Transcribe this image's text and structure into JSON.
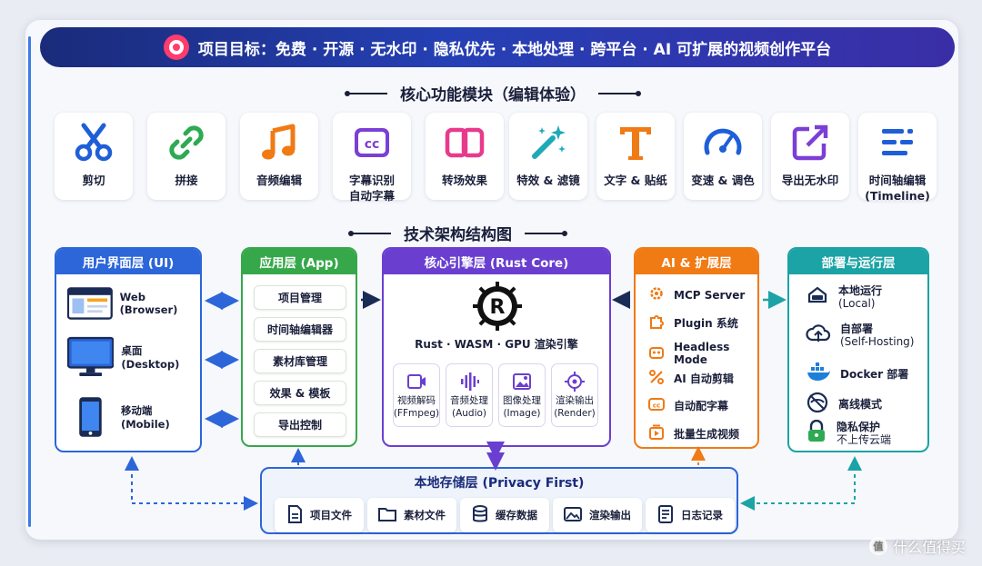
{
  "banner": {
    "text": "项目目标：免费 · 开源 · 无水印 · 隐私优先 · 本地处理 · 跨平台 · AI 可扩展的视频创作平台",
    "icon": "target-icon"
  },
  "section1": {
    "title": "核心功能模块（编辑体验）"
  },
  "features": [
    {
      "label": "剪切",
      "icon": "scissors-icon",
      "color": "#1e5fd8"
    },
    {
      "label": "拼接",
      "icon": "link-icon",
      "color": "#2eaa52"
    },
    {
      "label": "音频编辑",
      "icon": "music-note-icon",
      "color": "#f07a14"
    },
    {
      "label": "字幕识别\n自动字幕",
      "icon": "cc-icon",
      "color": "#7b3fd6"
    },
    {
      "label": "转场效果",
      "icon": "transition-icon",
      "color": "#e83a8c"
    },
    {
      "label": "特效 & 滤镜",
      "icon": "magic-wand-icon",
      "color": "#1fa9b8"
    },
    {
      "label": "文字 & 贴纸",
      "icon": "text-t-icon",
      "color": "#f07a14"
    },
    {
      "label": "变速 & 调色",
      "icon": "speedometer-icon",
      "color": "#1e5fd8"
    },
    {
      "label": "导出无水印",
      "icon": "export-icon",
      "color": "#7b3fd6"
    },
    {
      "label": "时间轴编辑\n(Timeline)",
      "icon": "timeline-icon",
      "color": "#1e5fd8"
    }
  ],
  "section2": {
    "title": "技术架构结构图"
  },
  "ui_layer": {
    "title": "用户界面层 (UI)",
    "color": "#2c66d9",
    "items": [
      {
        "label": "Web (Browser)",
        "icon": "browser-window-icon"
      },
      {
        "label": "桌面 (Desktop)",
        "icon": "desktop-monitor-icon"
      },
      {
        "label": "移动端 (Mobile)",
        "icon": "mobile-phone-icon"
      }
    ]
  },
  "app_layer": {
    "title": "应用层 (App)",
    "color": "#36a84a",
    "items": [
      "项目管理",
      "时间轴编辑器",
      "素材库管理",
      "效果 & 模板",
      "导出控制"
    ]
  },
  "core_layer": {
    "title": "核心引擎层 (Rust Core)",
    "color": "#6a3fd0",
    "logo": "rust-logo-icon",
    "subtitle": "Rust · WASM · GPU 渲染引擎",
    "modules": [
      {
        "label": "视频解码\n(FFmpeg)",
        "icon": "video-decode-icon"
      },
      {
        "label": "音频处理\n(Audio)",
        "icon": "audio-wave-icon"
      },
      {
        "label": "图像处理\n(Image)",
        "icon": "image-icon"
      },
      {
        "label": "渲染输出\n(Render)",
        "icon": "render-target-icon"
      }
    ]
  },
  "ai_layer": {
    "title": "AI & 扩展层",
    "color": "#f07a14",
    "items": [
      {
        "label": "MCP Server",
        "icon": "gear-icon"
      },
      {
        "label": "Plugin 系统",
        "icon": "puzzle-icon"
      },
      {
        "label": "Headless Mode",
        "icon": "robot-icon"
      },
      {
        "label": "AI 自动剪辑",
        "icon": "percent-cut-icon"
      },
      {
        "label": "自动配字幕",
        "icon": "cc-small-icon"
      },
      {
        "label": "批量生成视频",
        "icon": "batch-video-icon"
      }
    ]
  },
  "deploy_layer": {
    "title": "部署与运行层",
    "color": "#1ba3a5",
    "items": [
      {
        "label": "本地运行",
        "sub": "(Local)",
        "icon": "local-server-icon"
      },
      {
        "label": "自部署",
        "sub": "(Self-Hosting)",
        "icon": "cloud-upload-icon"
      },
      {
        "label": "Docker 部署",
        "sub": "",
        "icon": "docker-whale-icon"
      },
      {
        "label": "离线模式",
        "sub": "",
        "icon": "offline-icon"
      },
      {
        "label": "隐私保护",
        "sub": "不上传云端",
        "icon": "lock-icon"
      }
    ]
  },
  "storage_layer": {
    "title": "本地存储层 (Privacy First)",
    "color": "#2c66d9",
    "items": [
      {
        "label": "项目文件",
        "icon": "document-icon"
      },
      {
        "label": "素材文件",
        "icon": "folder-icon"
      },
      {
        "label": "缓存数据",
        "icon": "database-icon"
      },
      {
        "label": "渲染输出",
        "icon": "image-output-icon"
      },
      {
        "label": "日志记录",
        "icon": "log-icon"
      }
    ]
  },
  "watermark": {
    "text": "什么值得买",
    "badge": "值"
  }
}
